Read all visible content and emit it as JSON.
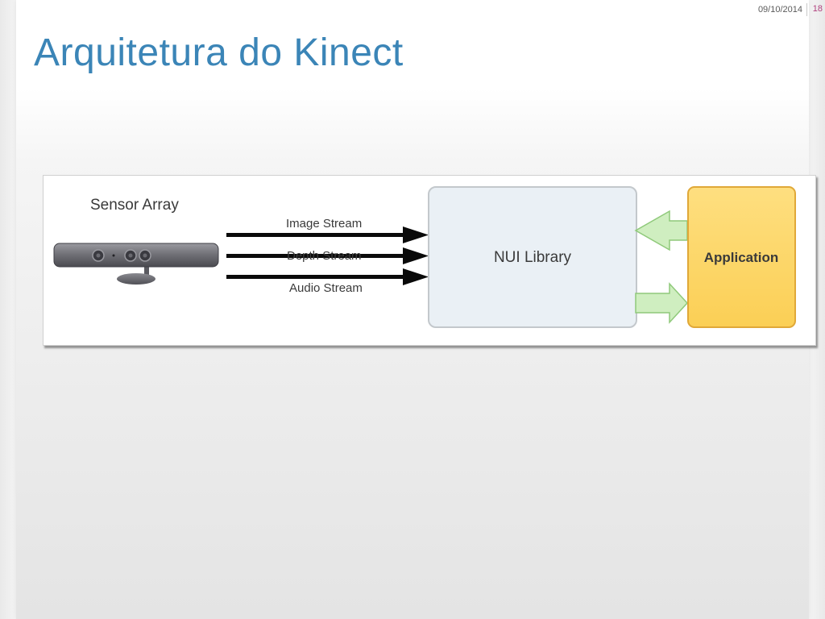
{
  "header": {
    "date": "09/10/2014",
    "slide_number": "18"
  },
  "title": "Arquitetura do Kinect",
  "diagram": {
    "sensor_label": "Sensor Array",
    "streams": [
      "Image Stream",
      "Depth Stream",
      "Audio Stream"
    ],
    "library_label": "NUI Library",
    "application_label": "Application",
    "colors": {
      "library_fill": "#eaf0f5",
      "library_border": "#c3c8cc",
      "application_fill": "#fcd566",
      "application_border": "#e0a838",
      "arrow_green_fill": "#cfeec0",
      "arrow_green_border": "#8fc97a",
      "title_blue": "#3b85b7",
      "slide_number": "#b0407e"
    }
  }
}
